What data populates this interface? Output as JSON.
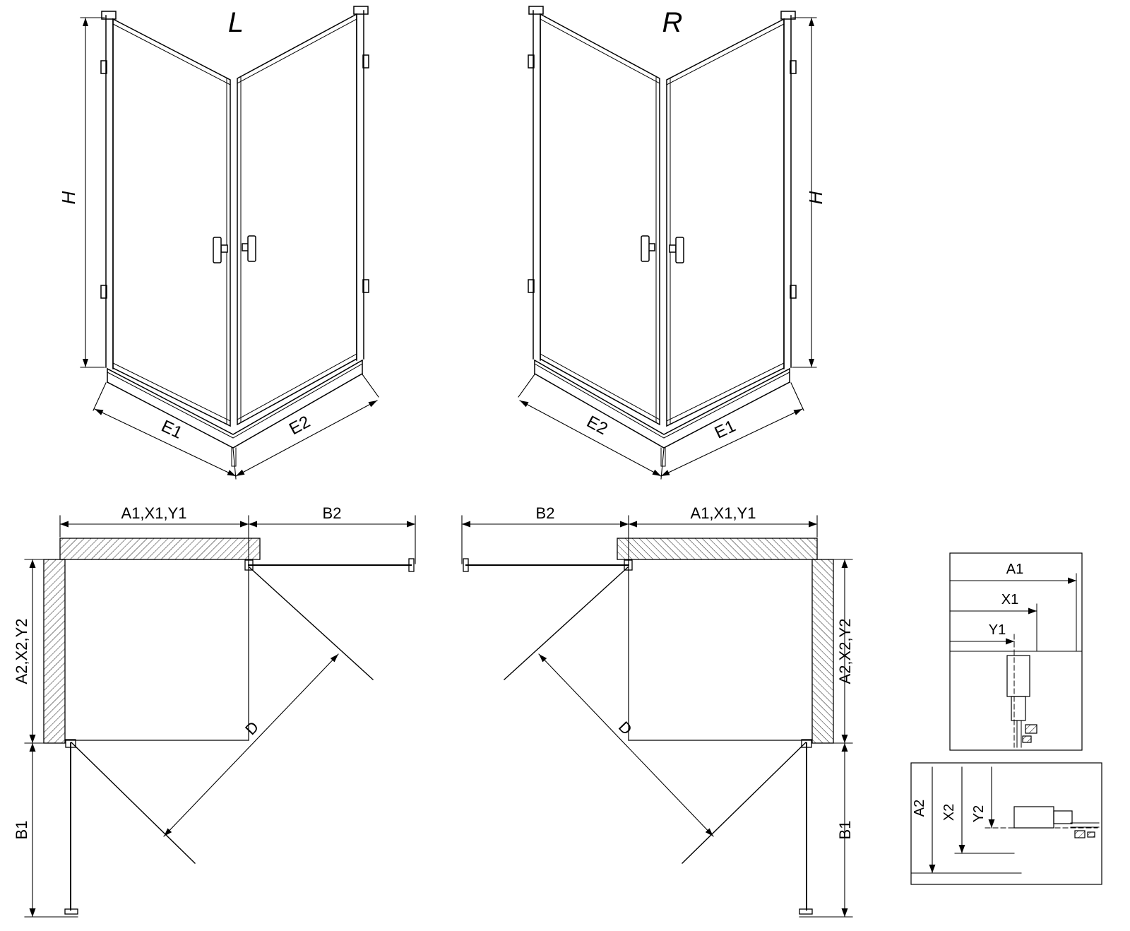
{
  "colors": {
    "line": "#000000",
    "background": "#ffffff"
  },
  "perspective_left": {
    "label": "L",
    "dim_height": "H",
    "dim_bottom_left": "E1",
    "dim_bottom_right": "E2"
  },
  "perspective_right": {
    "label": "R",
    "dim_height": "H",
    "dim_bottom_left": "E2",
    "dim_bottom_right": "E1"
  },
  "plan_left": {
    "dim_top_left": "A1,X1,Y1",
    "dim_top_right": "B2",
    "dim_side": "A2,X2,Y2",
    "dim_bottom": "B1",
    "dim_diagonal": "D"
  },
  "plan_right": {
    "dim_top_left": "B2",
    "dim_top_right": "A1,X1,Y1",
    "dim_side": "A2,X2,Y2",
    "dim_bottom": "B1",
    "dim_diagonal": "D"
  },
  "detail_horizontal": {
    "dim_a": "A1",
    "dim_x": "X1",
    "dim_y": "Y1"
  },
  "detail_vertical": {
    "dim_a": "A2",
    "dim_x": "X2",
    "dim_y": "Y2"
  }
}
